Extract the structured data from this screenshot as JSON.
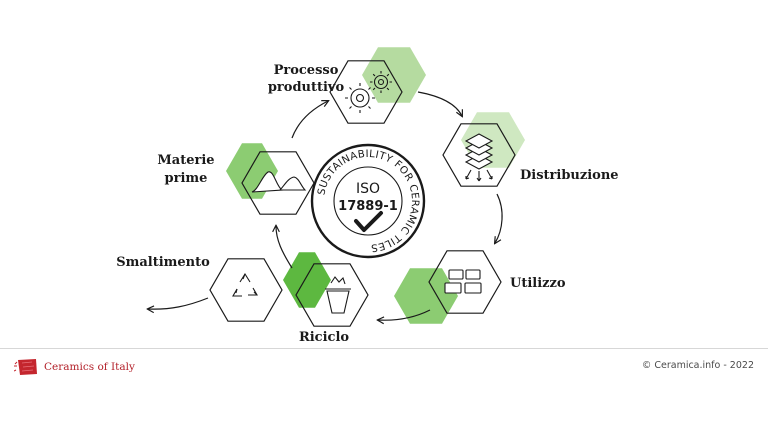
{
  "stages": {
    "processo_line1": "Processo",
    "processo_line2": "produttivo",
    "distribuzione": "Distribuzione",
    "utilizzo": "Utilizzo",
    "riciclo": "Riciclo",
    "smaltimento": "Smaltimento",
    "materie_line1": "Materie",
    "materie_line2": "prime"
  },
  "seal": {
    "ring_text": "SUSTAINABILITY FOR CERAMIC TILES",
    "iso": "ISO",
    "code": "17889-1"
  },
  "footer": {
    "brand": "Ceramics of Italy",
    "credit": "© Ceramica.info - 2022"
  },
  "colors": {
    "green_light": "#b5dba0",
    "green_mid": "#8ccc72",
    "green_dark": "#5db840",
    "line": "#1a1a1a",
    "brand_red": "#b3222b"
  },
  "icons": [
    "gears-icon",
    "layers-icon",
    "tiles-icon",
    "recycle-bin-icon",
    "recycle-icon",
    "mountains-icon",
    "checkmark-icon"
  ]
}
